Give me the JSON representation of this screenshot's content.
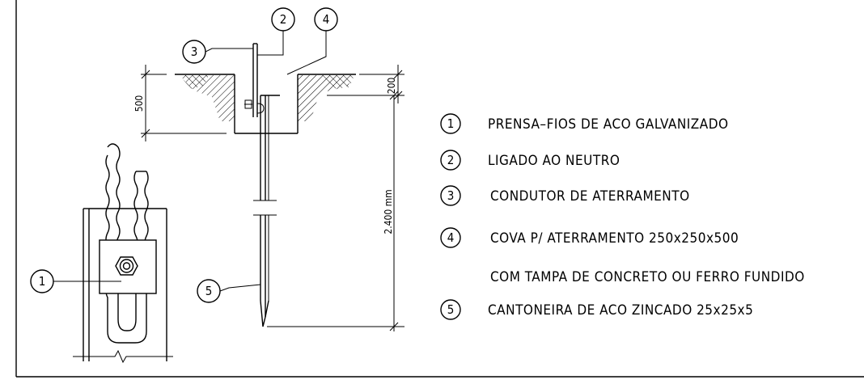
{
  "balloons": {
    "b1": "1",
    "b2": "2",
    "b3": "3",
    "b4": "4",
    "b5": "5"
  },
  "dimensions": {
    "depth": "500",
    "cover": "200",
    "rod_length": "2.400 mm"
  },
  "legend": [
    {
      "number": "1",
      "text": "PRENSA–FIOS DE ACO GALVANIZADO"
    },
    {
      "number": "2",
      "text": "LIGADO AO NEUTRO"
    },
    {
      "number": "3",
      "text": "CONDUTOR DE ATERRAMENTO"
    },
    {
      "number": "4",
      "text": "COVA P/ ATERRAMENTO 250x250x500"
    },
    {
      "number": "",
      "text": "COM TAMPA DE CONCRETO OU FERRO FUNDIDO"
    },
    {
      "number": "5",
      "text": "CANTONEIRA DE ACO ZINCADO 25x25x5"
    }
  ]
}
